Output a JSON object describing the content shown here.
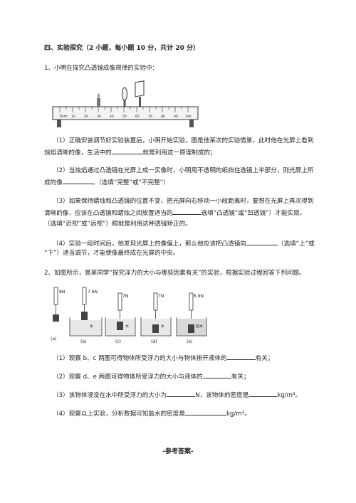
{
  "section": {
    "title": "四、实验探究（2 小题，每小题 10 分，共计 20 分）"
  },
  "q1": {
    "stem": "1、小明在探究凸透镜成像规律的实验中：",
    "ruler_label": "0cm",
    "ruler_numbers": [
      "10",
      "20",
      "30",
      "40",
      "50",
      "60",
      "70",
      "80",
      "90",
      "100"
    ],
    "p1_line1": "（1）正确安装调节好实验装置后，小明开始实验，图是他某次的实验情景，此时他在光屏上看到",
    "p1_line2a": "烛焰清晰的像，生活中的",
    "p1_line2b": "就是利用这一原理制成的；",
    "p2_line1": "（2）当烛焰通过凸透镜在光屏上成一实像时，小明用不透明的纸挡住透镜上半部分，则光屏上所",
    "p2_line2a": "成的像",
    "p2_line2b": "。（选填“完整”或“不完整”）",
    "p3_line1": "（3）如果保持蜡烛和凸透镜的位置不变，把光屏向右移动一小段距离时，要想在光屏上再次得到",
    "p3_line2a": "清晰的像，应该在凸透镜和蜡烛之间放置适当的",
    "p3_line2b": "选填“凸透镜”或“凹透镜”）才能实现，",
    "p3_line3": "（选填“近视”或“远视”）眼就是利用这种透镜矫正的。",
    "p4_line1a": "（4）实验一段时间后，他发现光屏上的像偏上，那么他应该把凸透镜向",
    "p4_line1b": "（选填“上”或",
    "p4_line2": "“下”）适当调节，才能使像最终成在光屏的中央。"
  },
  "q2": {
    "stem": "2、如图所示，是某同学“探究浮力的大小与哪些因素有关”的实验，根据实验过程回答下列问题。",
    "figure": {
      "labels": [
        "(a)",
        "(b)",
        "(c)",
        "(d)",
        "(e)"
      ],
      "readings": [
        "8N",
        "7.6N",
        "7N",
        "7N",
        "6.9N"
      ],
      "liquids": [
        "水",
        "水",
        "水",
        "盐水"
      ]
    },
    "p1a": "（1）观察 b、c 两图可得物体所受浮力的大小与物体排开液体的",
    "p1b": "有关；",
    "p2a": "（2）观察 d、e 两图可得物体所受浮力的大小与液体的",
    "p2b": "有关；",
    "p3a": "（3）该物体浸没在水中所受浮力的大小为",
    "p3b": "N，该物体的密度是",
    "p3c": "kg/m³。",
    "p4a": "（4）观察以上实验，分析数据可知盐水的密度是",
    "p4b": "kg/m³。"
  },
  "footer": "-参考答案-"
}
